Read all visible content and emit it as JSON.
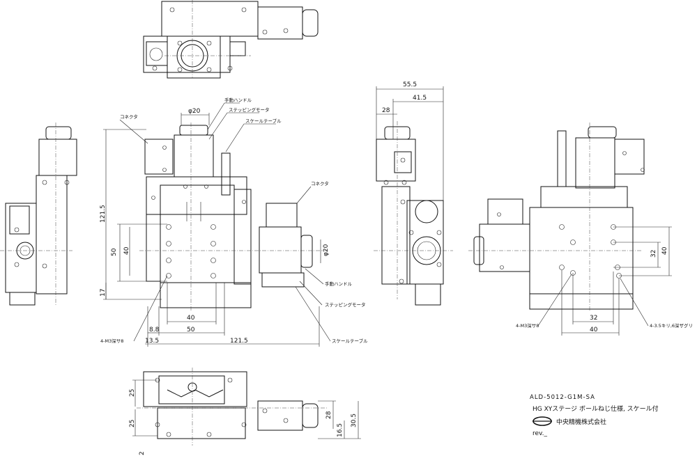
{
  "dimensions": {
    "phi20_top": "φ20",
    "d121_5_v": "121.5",
    "d50_v": "50",
    "d40_v": "40",
    "d17_v": "17",
    "d40_h": "40",
    "d50_h": "50",
    "d8_8": "8.8",
    "d13_5": "13.5",
    "d121_5_h": "121.5",
    "d55_5": "55.5",
    "d41_5": "41.5",
    "d28_top": "28",
    "d32_v": "32",
    "d40_v_right": "40",
    "d32_h": "32",
    "d40_h_right": "40",
    "phi20_right": "φ20",
    "d25_a": "25",
    "d25_b": "25",
    "d28_bottom": "28",
    "d30_5": "30.5",
    "d16_5": "16.5",
    "d2": "2"
  },
  "labels": {
    "handle": "手動ハンドル",
    "stepping_motor": "ステッピングモータ",
    "scale_table": "スケールテーブル",
    "knob": "コネクタ",
    "knob_right": "コネクタ",
    "handle_right": "手動ハンドル",
    "motor_right": "ステッピングモータ",
    "scale_right": "スケールテーブル",
    "m3_left": "4-M3深サ8",
    "m3_right": "4-M3深サ8",
    "counterbore": "4-3.5キリ,6深ザグリ"
  },
  "title_block": {
    "model": "ALD-5012-G1M-SA",
    "description": "HG XYステージ ボールねじ仕様, スケール付",
    "company": "中央精機株式会社",
    "rev": "rev._"
  }
}
